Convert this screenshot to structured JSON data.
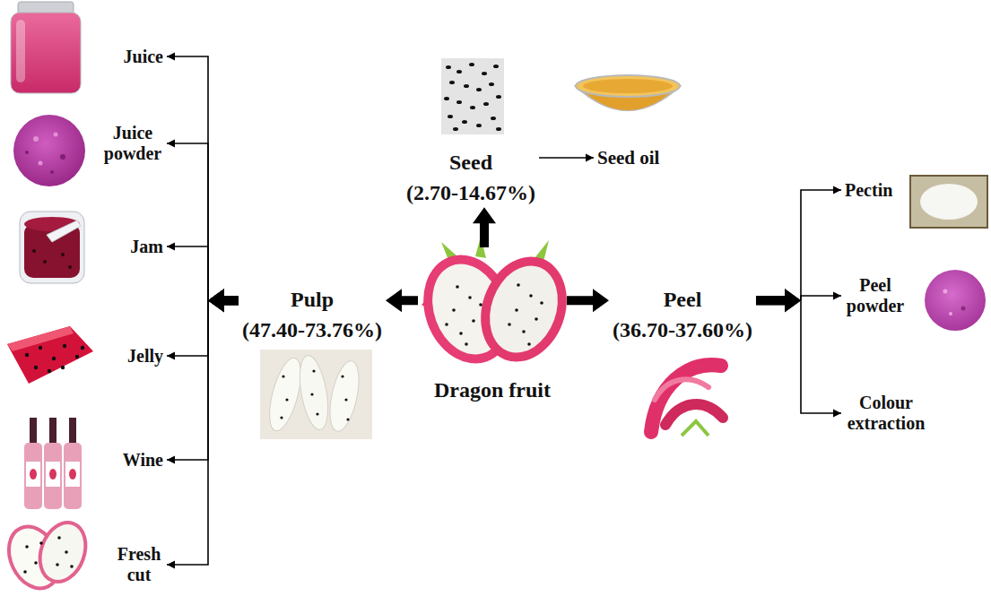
{
  "diagram": {
    "nodes": [
      {
        "text": [
          "Dragon fruit"
        ]
      },
      {
        "text": [
          "Pulp",
          "(47.40-73.76%)"
        ]
      },
      {
        "text": [
          "Seed",
          "(2.70-14.67%)"
        ]
      },
      {
        "text": [
          "Peel",
          "(36.70-37.60%)"
        ]
      },
      {
        "text": [
          "Juice"
        ]
      },
      {
        "text": [
          "Juice powder"
        ]
      },
      {
        "text": [
          "Jam"
        ]
      },
      {
        "text": [
          "Jelly"
        ]
      },
      {
        "text": [
          "Wine"
        ]
      },
      {
        "text": [
          "Fresh cut"
        ]
      },
      {
        "text": [
          "Seed oil"
        ]
      },
      {
        "text": [
          "Pectin"
        ]
      },
      {
        "text": [
          "Peel powder"
        ]
      },
      {
        "text": [
          "Colour extraction"
        ]
      }
    ],
    "edges": [
      {
        "from": 0,
        "to": 1,
        "arrow": "to"
      },
      {
        "from": 0,
        "to": 2,
        "arrow": "to"
      },
      {
        "from": 0,
        "to": 3,
        "arrow": "to"
      },
      {
        "from": 1,
        "to": 4,
        "arrow": "to"
      },
      {
        "from": 1,
        "to": 5,
        "arrow": "to"
      },
      {
        "from": 1,
        "to": 6,
        "arrow": "to"
      },
      {
        "from": 1,
        "to": 7,
        "arrow": "to"
      },
      {
        "from": 1,
        "to": 8,
        "arrow": "to"
      },
      {
        "from": 1,
        "to": 9,
        "arrow": "to"
      },
      {
        "from": 2,
        "to": 10,
        "arrow": "to"
      },
      {
        "from": 3,
        "to": 11,
        "arrow": "to"
      },
      {
        "from": 3,
        "to": 12,
        "arrow": "to"
      },
      {
        "from": 3,
        "to": 13,
        "arrow": "to"
      }
    ]
  }
}
